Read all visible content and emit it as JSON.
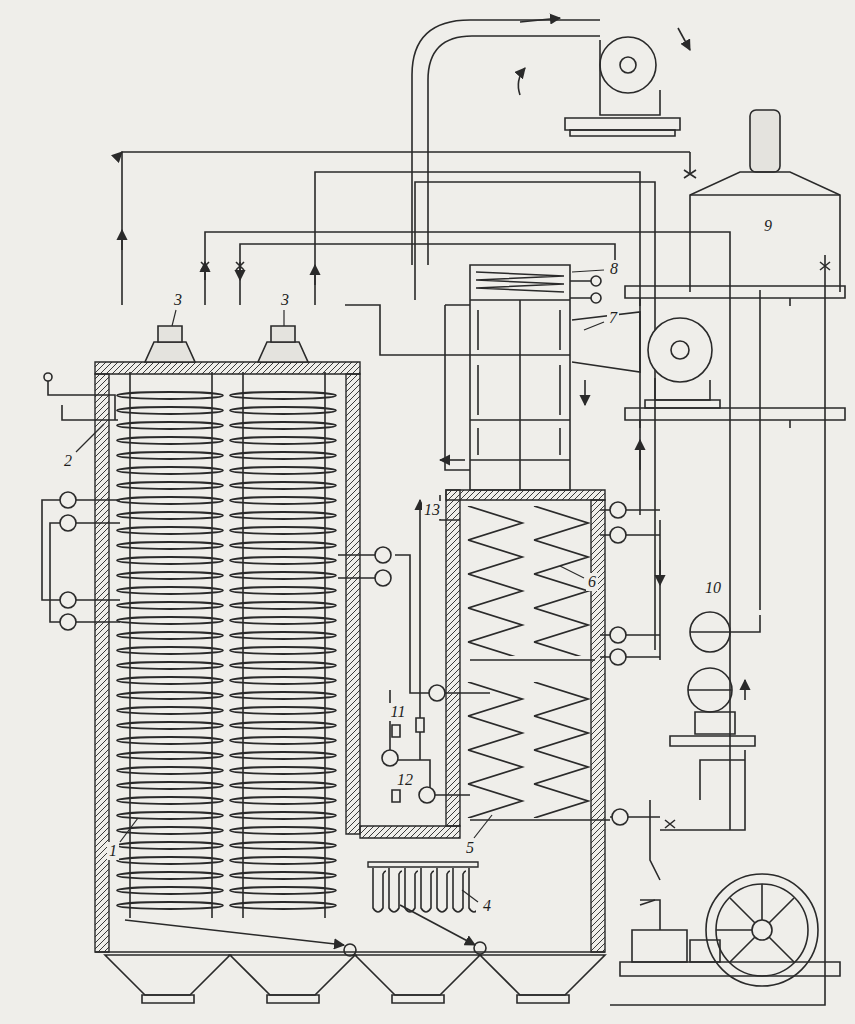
{
  "diagram": {
    "labels": [
      "3",
      "3",
      "8",
      "2",
      "7",
      "9",
      "13",
      "6",
      "10",
      "11",
      "12",
      "5",
      "4",
      "1"
    ]
  }
}
